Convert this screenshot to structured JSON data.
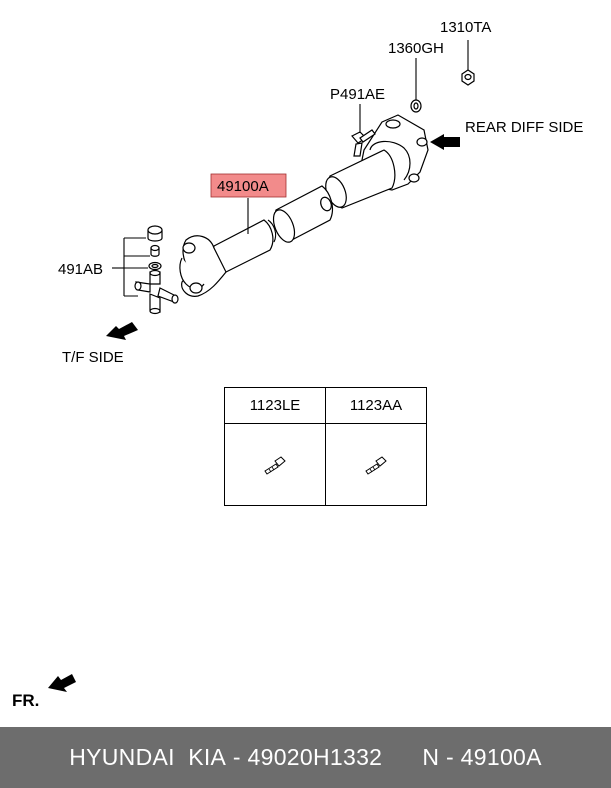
{
  "diagram": {
    "callouts": {
      "nut": "1310TA",
      "washer": "1360GH",
      "bolt": "P491AE",
      "shaft": "49100A",
      "joint_kit": "491AB"
    },
    "directions": {
      "rear": "REAR DIFF SIDE",
      "front": "T/F SIDE",
      "orientation": "FR."
    },
    "highlight_color": "#f28b8b",
    "table": {
      "headers": [
        "1123LE",
        "1123AA"
      ]
    }
  },
  "footer": {
    "brand": "HYUNDAI  KIA",
    "part_number": "49020H1332",
    "ref": "N - 49100A"
  }
}
